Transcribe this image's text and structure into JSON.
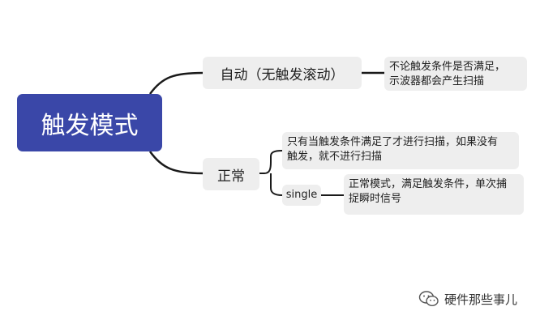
{
  "mindmap": {
    "root": "触发模式",
    "auto": {
      "label": "自动（无触发滚动）",
      "desc_lines": [
        "不论触发条件是否满足，",
        "示波器都会产生扫描"
      ]
    },
    "normal": {
      "label": "正常",
      "desc_lines": [
        "只有当触发条件满足了才进行扫描，如果没有",
        "触发，就不进行扫描"
      ],
      "single": {
        "label": "single",
        "desc_lines": [
          "正常模式，满足触发条件，单次捕",
          "捉瞬时信号"
        ]
      }
    }
  },
  "watermark": {
    "text": "硬件那些事儿",
    "icon": "wechat-icon"
  },
  "colors": {
    "root_bg": "#3a47a8",
    "node_bg": "#eeeeee",
    "link": "#1a1a1a"
  }
}
